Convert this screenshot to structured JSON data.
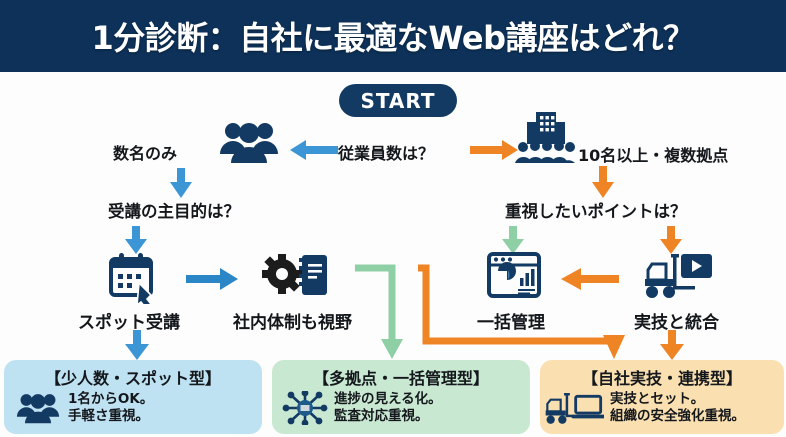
{
  "header": {
    "title": "1分診断：自社に最適なWeb講座はどれ？",
    "bg_color": "#0d3158",
    "text_color": "#ffffff"
  },
  "palette": {
    "navy": "#123a63",
    "blue_arrow": "#3c95d4",
    "orange_arrow": "#ef8424",
    "green_arrow": "#8fcfa5",
    "box1_bg": "#bfe2f2",
    "box2_bg": "#c9e8d2",
    "box3_bg": "#fadfb0",
    "page_bg": "#fdfdfd"
  },
  "flow": {
    "start_label": "START",
    "root_question": "従業員数は？",
    "left_branch": {
      "answer": "数名のみ",
      "icon": "people-group-icon",
      "question": "受講の主目的は？",
      "options": [
        {
          "label": "スポット受講",
          "icon": "calendar-click-icon"
        },
        {
          "label": "社内体制も視野",
          "icon": "gear-notebook-icon"
        }
      ]
    },
    "right_branch": {
      "answer": "10名以上・複数拠点",
      "icon": "building-people-icon",
      "question": "重視したいポイントは？",
      "options": [
        {
          "label": "一括管理",
          "icon": "dashboard-chart-icon"
        },
        {
          "label": "実技と統合",
          "icon": "forklift-video-icon"
        }
      ]
    }
  },
  "results": [
    {
      "title": "【少人数・スポット型】",
      "icon": "people-group-icon",
      "lines": [
        "1名からOK。",
        "手軽さ重視。"
      ],
      "bg": "#bfe2f2"
    },
    {
      "title": "【多拠点・一括管理型】",
      "icon": "network-hub-icon",
      "lines": [
        "進捗の見える化。",
        "監査対応重視。"
      ],
      "bg": "#c9e8d2"
    },
    {
      "title": "【自社実技・連携型】",
      "icon": "forklift-laptop-icon",
      "lines": [
        "実技とセット。",
        "組織の安全強化重視。"
      ],
      "bg": "#fadfb0"
    }
  ]
}
